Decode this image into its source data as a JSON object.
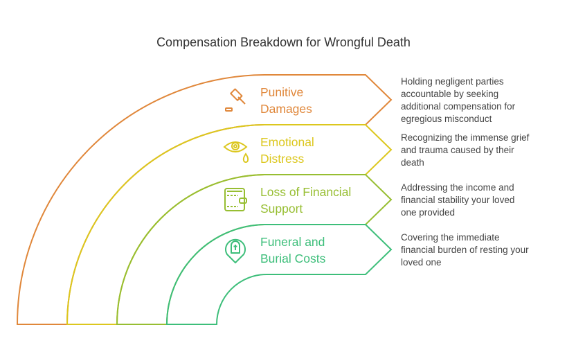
{
  "title": "Compensation Breakdown for Wrongful Death",
  "items": [
    {
      "label": [
        "Punitive",
        "Damages"
      ],
      "color": "#E0873A",
      "icon": "gavel-icon",
      "description": [
        "Holding negligent parties",
        "accountable by seeking",
        "additional compensation for",
        "egregious misconduct"
      ]
    },
    {
      "label": [
        "Emotional",
        "Distress"
      ],
      "color": "#DCC71E",
      "icon": "crying-eye-icon",
      "description": [
        "Recognizing the immense grief",
        "and trauma caused by their",
        "death"
      ]
    },
    {
      "label": [
        "Loss of Financial",
        "Support"
      ],
      "color": "#97BE32",
      "icon": "wallet-icon",
      "description": [
        "Addressing the income and",
        "financial stability your loved",
        "one provided"
      ]
    },
    {
      "label": [
        "Funeral and",
        "Burial Costs"
      ],
      "color": "#3DBE7A",
      "icon": "grave-location-icon",
      "description": [
        "Covering the immediate",
        "financial burden of resting your",
        "loved one"
      ]
    }
  ]
}
